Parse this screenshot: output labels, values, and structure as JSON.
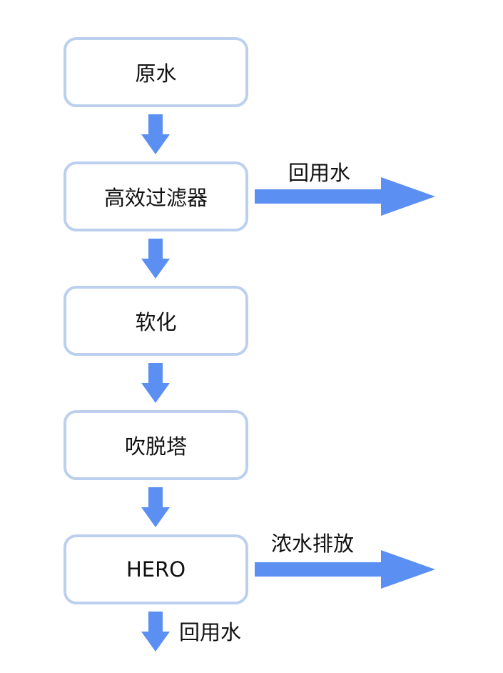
{
  "colors": {
    "arrow": "#5b8ff2",
    "node_border": "#bcd0ee",
    "text": "#111111"
  },
  "nodes": [
    {
      "id": "raw-water",
      "label": "原水"
    },
    {
      "id": "high-efficiency-filter",
      "label": "高效过滤器"
    },
    {
      "id": "softening",
      "label": "软化"
    },
    {
      "id": "stripping-tower",
      "label": "吹脱塔"
    },
    {
      "id": "hero",
      "label": "HERO"
    }
  ],
  "outputs": {
    "filter_side": "回用水",
    "hero_side": "浓水排放",
    "hero_bottom": "回用水"
  }
}
